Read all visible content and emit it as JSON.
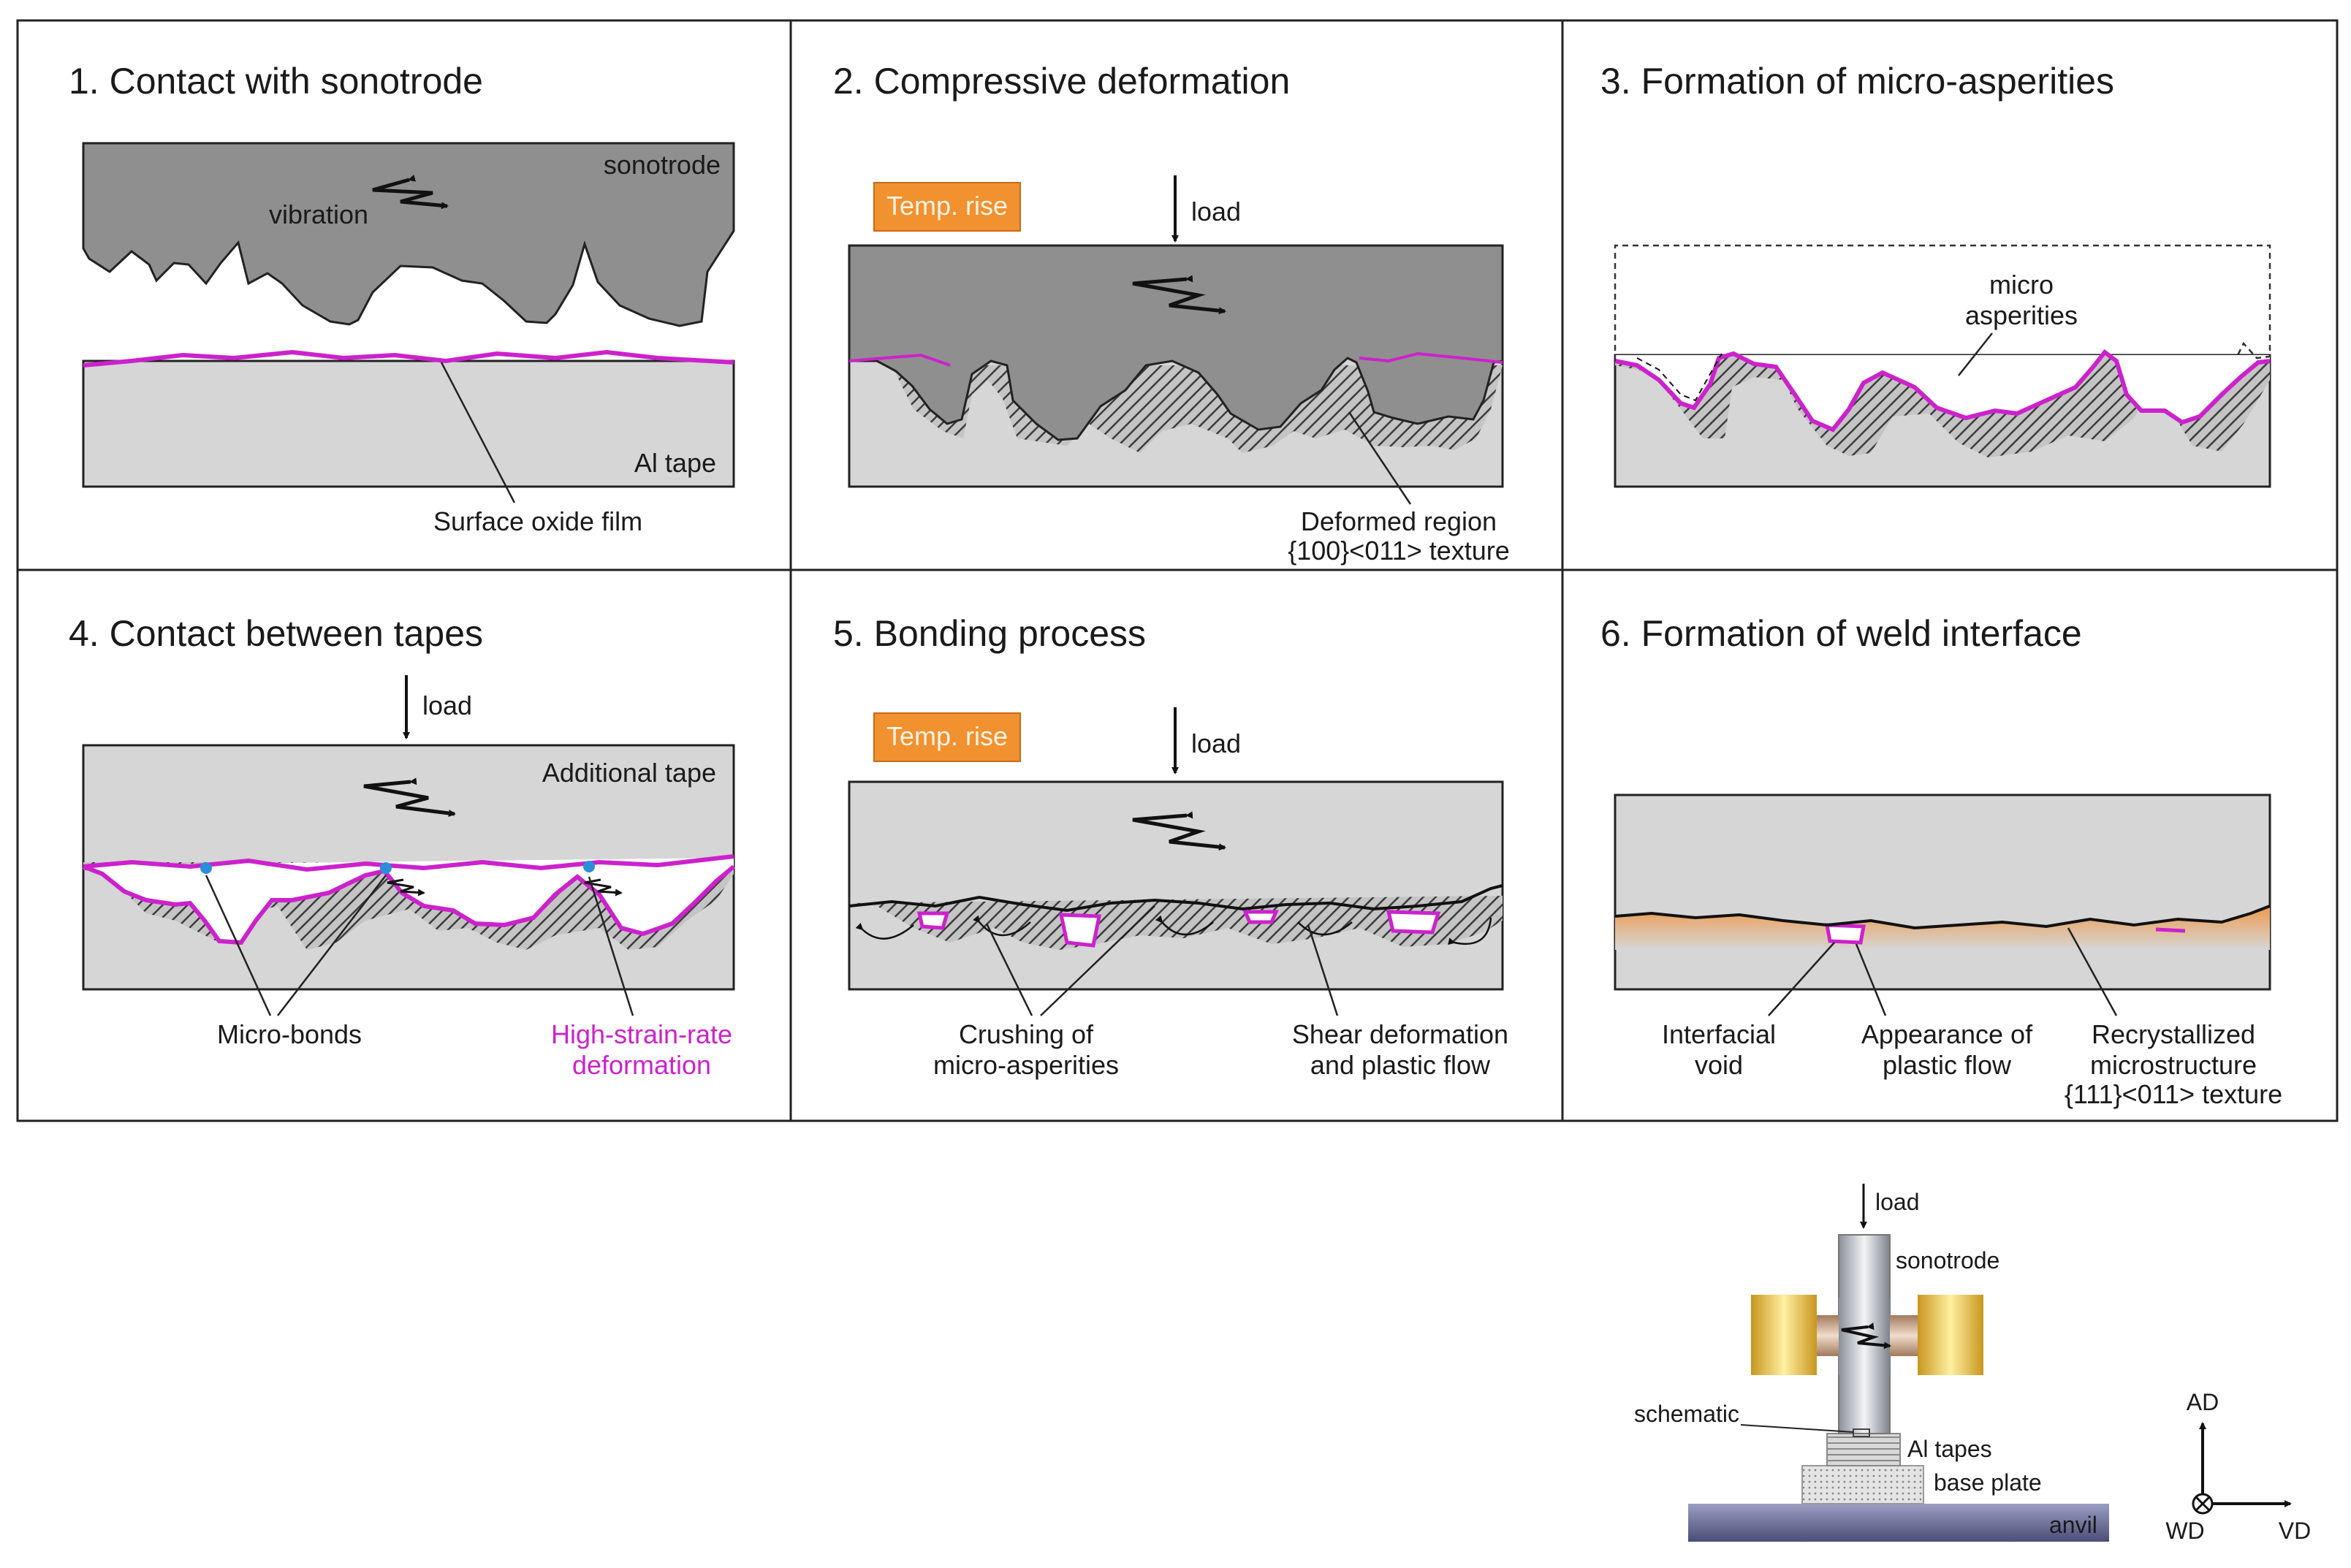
{
  "panels": [
    {
      "title": "1. Contact with sonotrode",
      "labels": {
        "sonotrode": "sonotrode",
        "vibration": "vibration",
        "tape": "Al tape",
        "oxide": "Surface oxide film"
      }
    },
    {
      "title": "2. Compressive deformation",
      "labels": {
        "temp": "Temp. rise",
        "load": "load",
        "deformed_1": "Deformed region",
        "deformed_2": "{100}<011> texture"
      }
    },
    {
      "title": "3. Formation of micro-asperities",
      "labels": {
        "micro_1": "micro",
        "micro_2": "asperities"
      }
    },
    {
      "title": "4. Contact between tapes",
      "labels": {
        "load": "load",
        "additional": "Additional tape",
        "bonds": "Micro-bonds",
        "hsr_1": "High-strain-rate",
        "hsr_2": "deformation"
      }
    },
    {
      "title": "5. Bonding process",
      "labels": {
        "temp": "Temp. rise",
        "load": "load",
        "crush_1": "Crushing of",
        "crush_2": "micro-asperities",
        "shear_1": "Shear deformation",
        "shear_2": "and plastic flow"
      }
    },
    {
      "title": "6. Formation of weld interface",
      "labels": {
        "void_1": "Interfacial",
        "void_2": "void",
        "flow_1": "Appearance of",
        "flow_2": "plastic flow",
        "recr_1": "Recrystallized",
        "recr_2": "microstructure",
        "recr_3": "{111}<011> texture"
      }
    }
  ],
  "setup": {
    "load": "load",
    "sonotrode": "sonotrode",
    "schematic": "schematic",
    "tapes": "Al tapes",
    "base": "base plate",
    "anvil": "anvil"
  },
  "axes": {
    "ad": "AD",
    "wd": "WD",
    "vd": "VD"
  },
  "colors": {
    "sonotrode": "#8f8f8f",
    "tape": "#d6d6d6",
    "oxide": "#cc22cc",
    "temp_box": "#f2912f",
    "weld_layer": "#f0a35e",
    "bond_dot": "#2a8fd8"
  }
}
